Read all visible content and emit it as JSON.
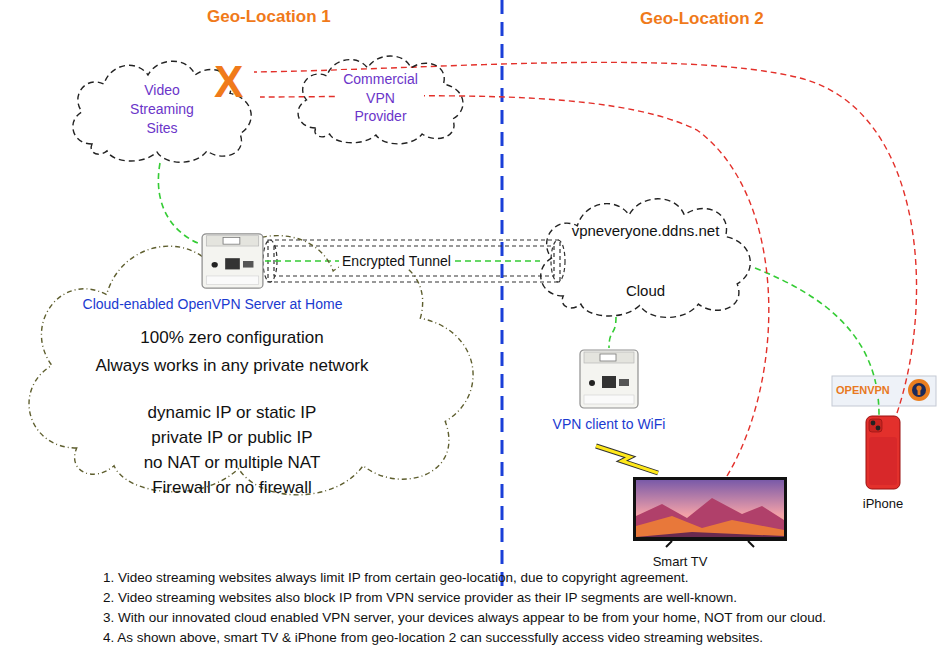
{
  "diagram": {
    "nodes": [
      {
        "text": [
          "Video Streaming Sites"
        ]
      },
      {
        "text": [
          "Commercial VPN Provider"
        ]
      },
      {
        "text": [
          "100% zero configuration",
          "Always works in any private network",
          "dynamic IP or static IP",
          "private IP or public IP",
          "no NAT or multiple NAT",
          "Firewall or no firewall"
        ]
      },
      {
        "text": [
          "Cloud-enabled OpenVPN Server at Home"
        ],
        "in": 2
      },
      {
        "text": [
          "vpneveryone.ddns.net",
          "Cloud"
        ]
      },
      {
        "text": [
          "VPN client to WiFi"
        ]
      },
      {
        "text": [
          "Smart TV"
        ]
      },
      {
        "text": [
          "iPhone"
        ]
      }
    ],
    "edges": [
      {
        "from": 0,
        "to": 3,
        "arrow": "none"
      },
      {
        "from": 3,
        "to": 4,
        "label": "Encrypted Tunnel",
        "arrow": "none"
      },
      {
        "from": 4,
        "to": 5,
        "arrow": "none"
      },
      {
        "from": 4,
        "to": 7,
        "arrow": "none"
      },
      {
        "from": 5,
        "to": 6,
        "arrow": "none"
      },
      {
        "from": 6,
        "to": 0,
        "arrow": "none"
      },
      {
        "from": 7,
        "to": 0,
        "arrow": "none"
      }
    ],
    "labels": [
      "Geo-Location 1",
      "Geo-Location 2",
      "X",
      "OPENVPN",
      "1. Video streaming websites always limit IP from certain geo-location, due to copyright agreement.",
      "2. Video streaming websites also block IP from VPN service provider as their IP segments are well-known.",
      "3. With our innovated cloud enabled VPN server, your devices always appear to be from your home, NOT from our cloud.",
      "4. As shown above, smart TV & iPhone from geo-location 2 can successfully access video streaming websites."
    ]
  }
}
